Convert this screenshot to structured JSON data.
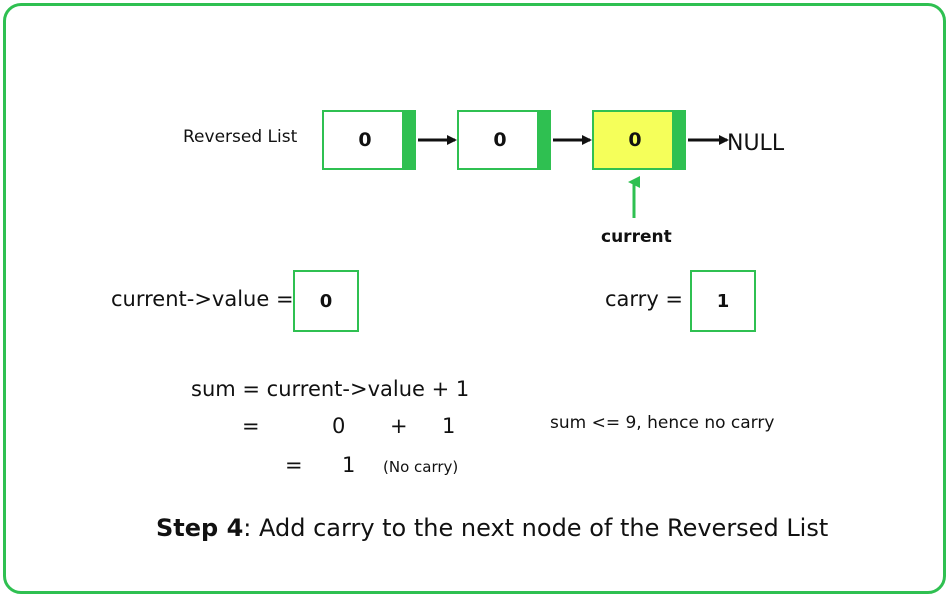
{
  "list": {
    "label": "Reversed List",
    "nodes": [
      {
        "value": "0",
        "highlighted": false
      },
      {
        "value": "0",
        "highlighted": false
      },
      {
        "value": "0",
        "highlighted": true
      }
    ],
    "terminal": "NULL",
    "pointer_label": "current"
  },
  "values": {
    "current_label": "current->value =",
    "current_value": "0",
    "carry_label": "carry =",
    "carry_value": "1"
  },
  "calculation": {
    "line1": "sum = current->value + 1",
    "line2_eq": "=",
    "line2_a": "0",
    "line2_op": "+",
    "line2_b": "1",
    "line3_eq": "=",
    "line3_result": "1",
    "line3_note": "(No carry)",
    "side_note": "sum <= 9, hence no carry"
  },
  "caption": {
    "step": "Step 4",
    "separator": ":",
    "text": " Add carry to the next node of the Reversed List"
  },
  "colors": {
    "border": "#2fc051",
    "highlight": "#f5ff5a",
    "text": "#111111"
  }
}
